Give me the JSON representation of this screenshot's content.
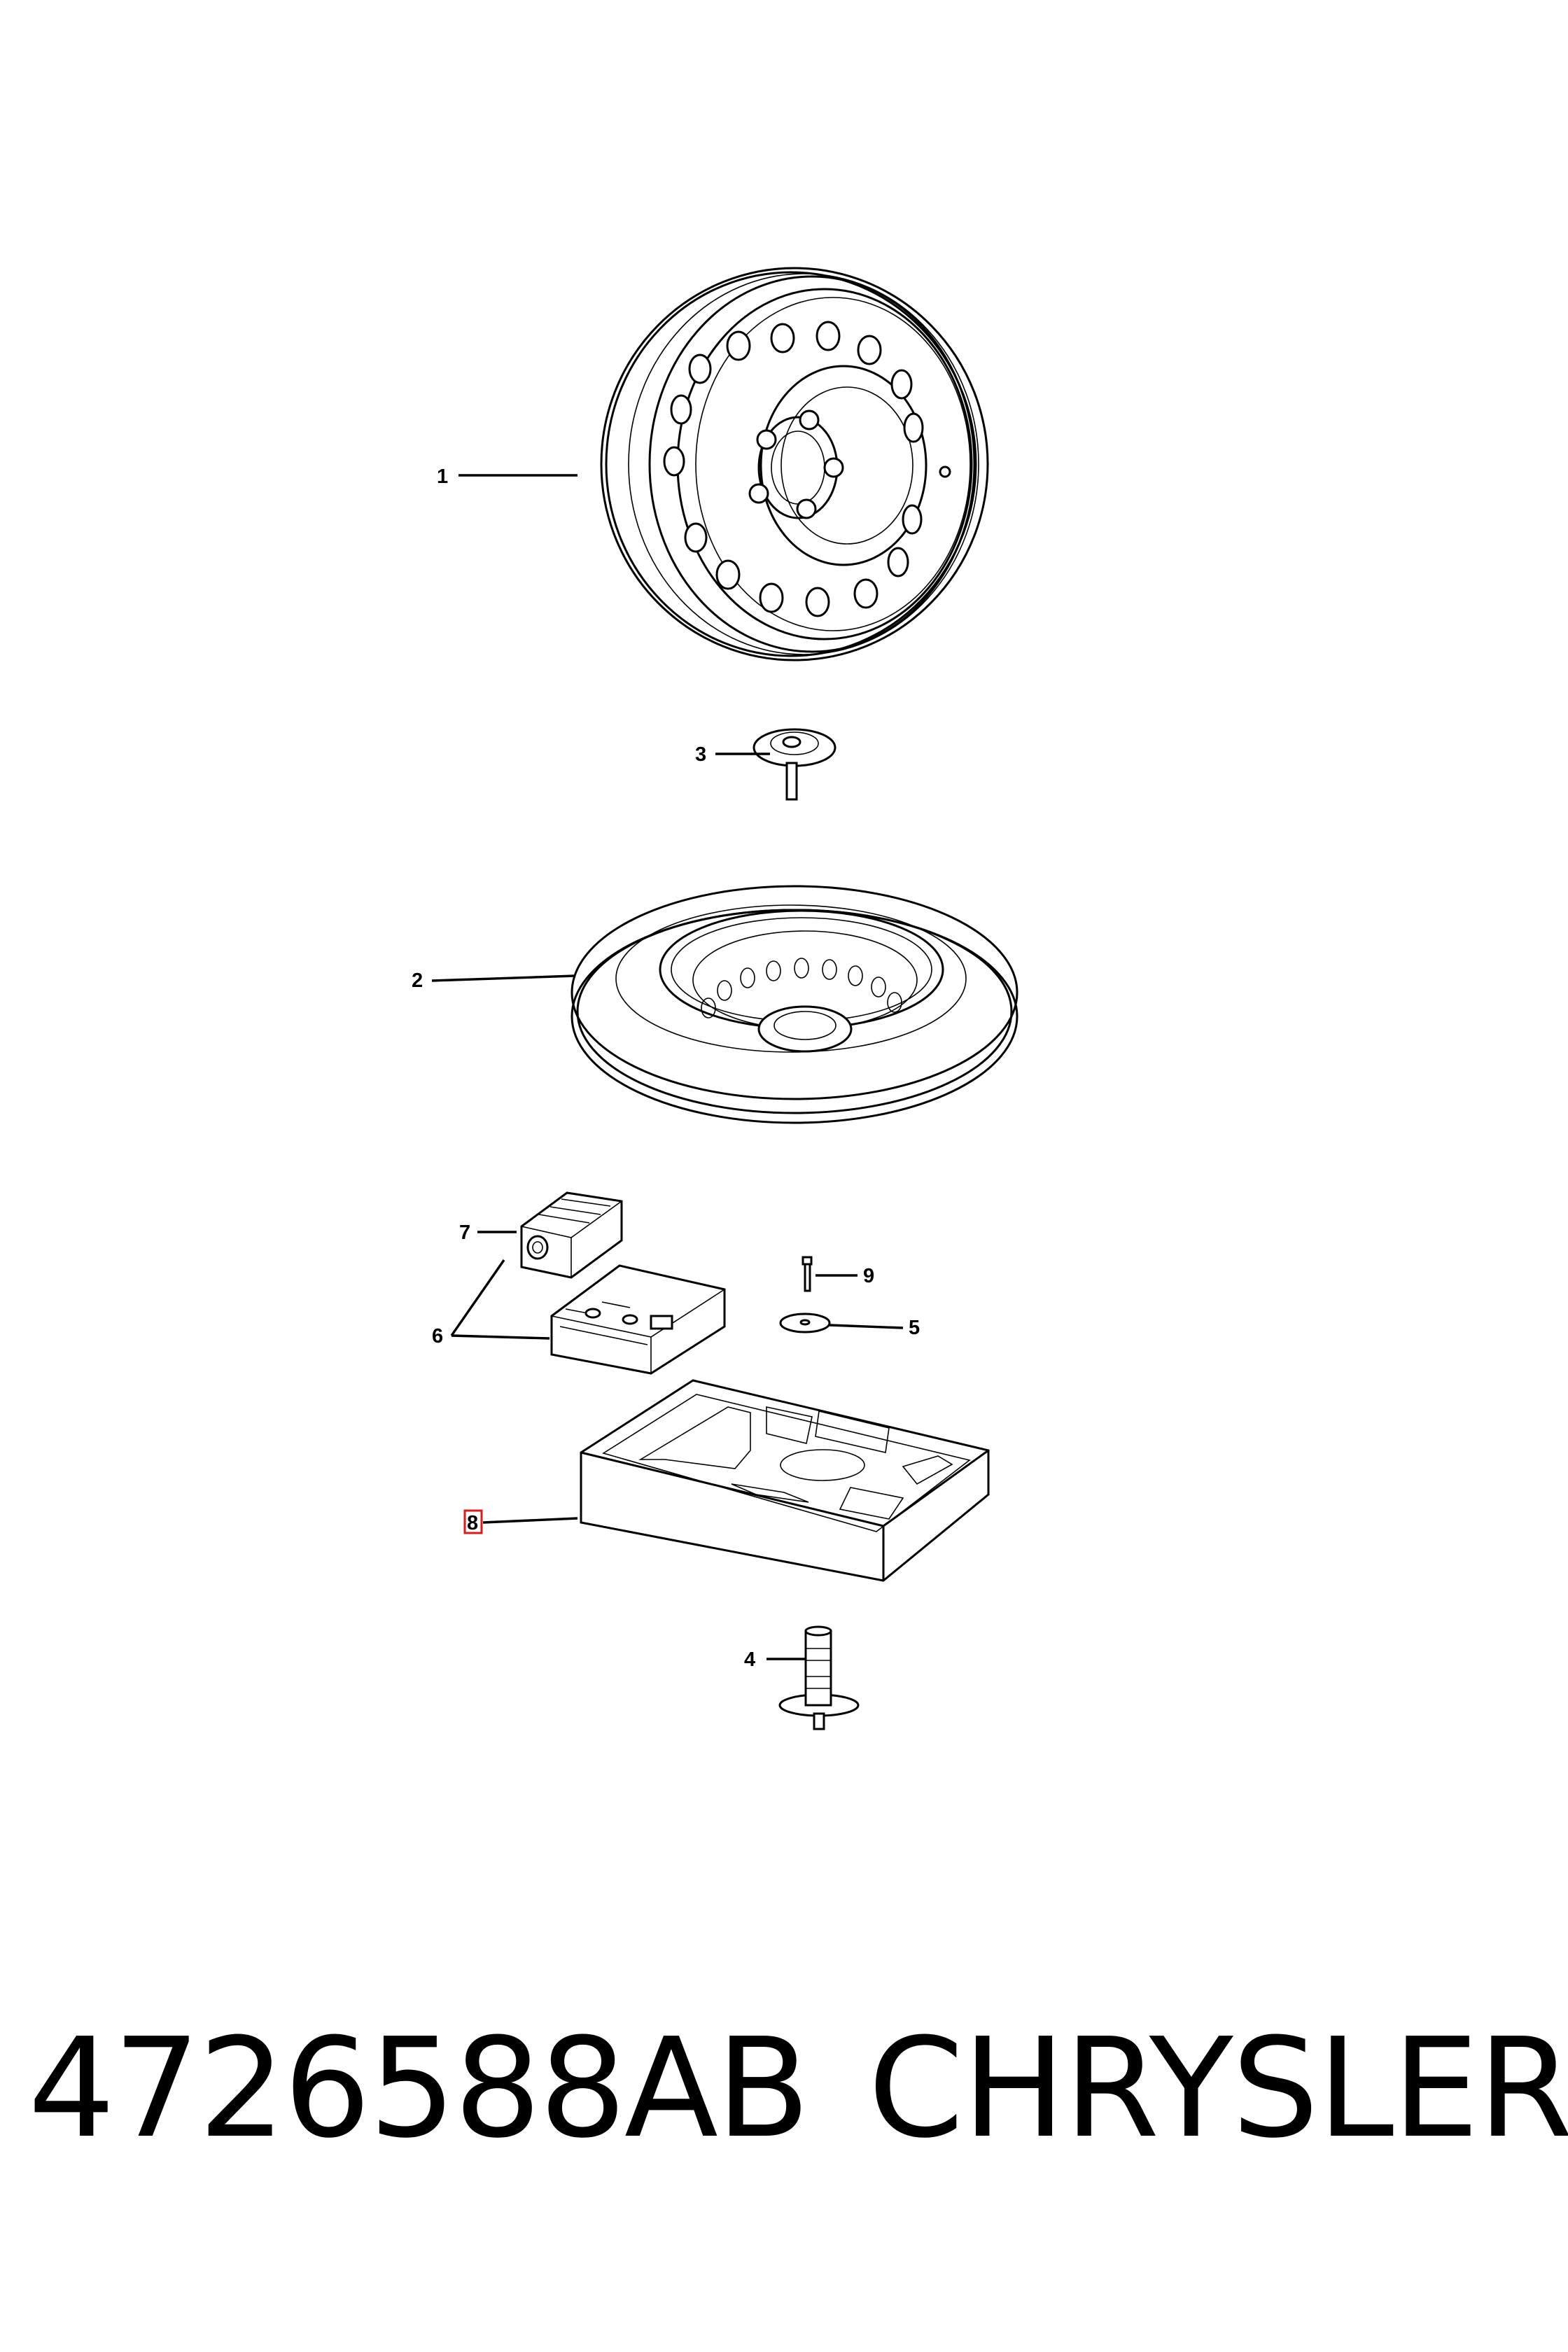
{
  "callouts": {
    "c1": "1",
    "c2": "2",
    "c3": "3",
    "c4": "4",
    "c5": "5",
    "c6": "6",
    "c7": "7",
    "c8": "8",
    "c9": "9"
  },
  "footer": {
    "part_number": "4726588AB",
    "brand": "CHRYSLER"
  },
  "colors": {
    "line": "#000000",
    "background": "#ffffff",
    "highlight_box": "#d81b1b"
  }
}
